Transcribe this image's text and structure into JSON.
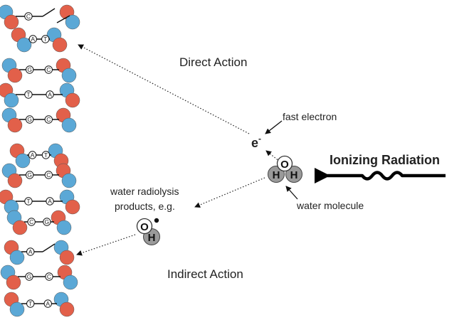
{
  "labels": {
    "direct_action": "Direct Action",
    "indirect_action": "Indirect Action",
    "fast_electron": "fast electron",
    "water_molecule": "water molecule",
    "radiolysis_line1": "water radiolysis",
    "radiolysis_line2": "products, e.g.",
    "ionizing_radiation": "Ionizing Radiation"
  },
  "electron": {
    "symbol": "e",
    "charge": "-"
  },
  "water_atoms": {
    "oxygen": "O",
    "hydrogen_left": "H",
    "hydrogen_right": "H"
  },
  "radical_atoms": {
    "oxygen": "O",
    "hydrogen": "H"
  },
  "dna": {
    "base_pairs": [
      [
        "C",
        ""
      ],
      [
        "A",
        "T"
      ],
      [
        "G",
        "C"
      ],
      [
        "T",
        "A"
      ],
      [
        "G",
        "C"
      ],
      [
        "A",
        "T"
      ],
      [
        "G",
        "C"
      ],
      [
        "T",
        "A"
      ],
      [
        "C",
        "G"
      ],
      [
        "A",
        ""
      ],
      [
        "G",
        "C"
      ],
      [
        "T",
        "A"
      ]
    ]
  },
  "colors": {
    "phosphate_red": "#E2604A",
    "sugar_blue": "#5BA8D6",
    "atom_gray": "#9A9A9A",
    "text": "#222222",
    "arrow": "#111111"
  }
}
